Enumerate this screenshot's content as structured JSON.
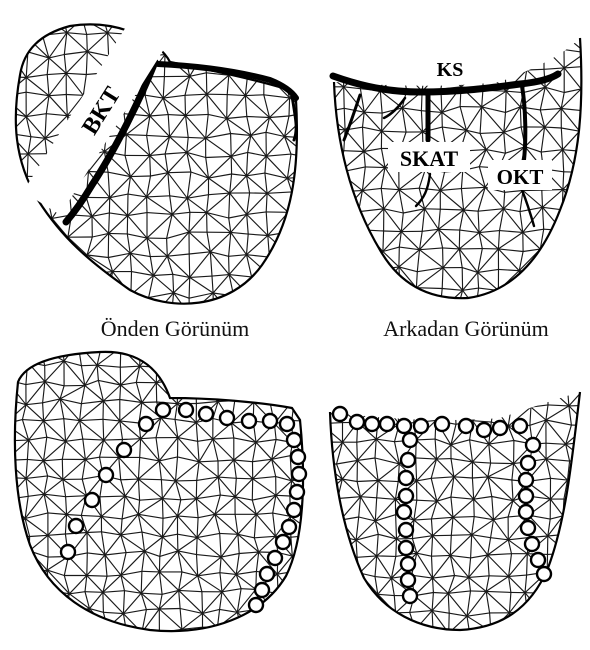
{
  "labels": {
    "bkt": "BKT",
    "ks": "KS",
    "skat": "SKAT",
    "okt": "OKT"
  },
  "captions": {
    "front": "Önden Görünüm",
    "back": "Arkadan Görünüm"
  }
}
